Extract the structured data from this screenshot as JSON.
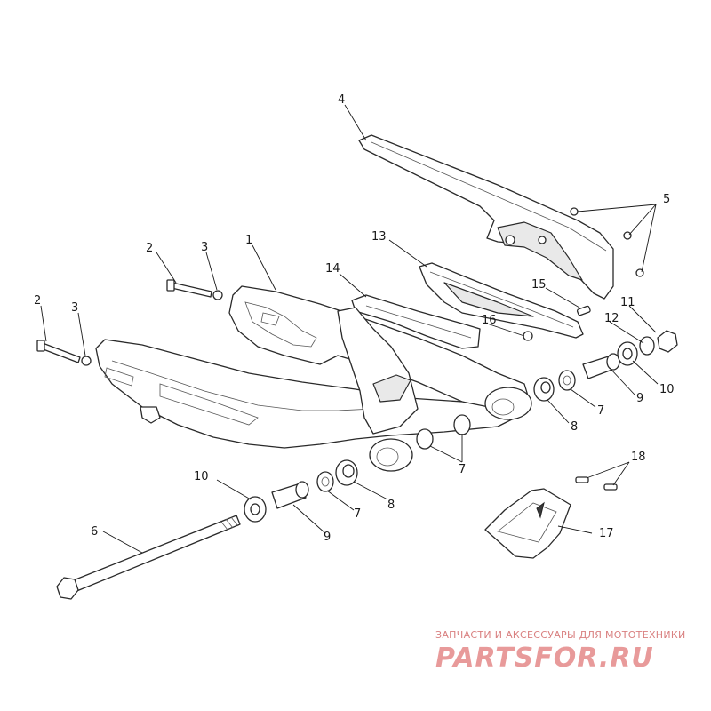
{
  "callouts": {
    "c1": "1",
    "c2a": "2",
    "c2b": "2",
    "c3a": "3",
    "c3b": "3",
    "c4": "4",
    "c5": "5",
    "c6": "6",
    "c7a": "7",
    "c7b": "7",
    "c7c": "7",
    "c8a": "8",
    "c8b": "8",
    "c9a": "9",
    "c9b": "9",
    "c10a": "10",
    "c10b": "10",
    "c11": "11",
    "c12": "12",
    "c13": "13",
    "c14": "14",
    "c15": "15",
    "c16": "16",
    "c17": "17",
    "c18": "18"
  },
  "watermark": {
    "tagline": "ЗАПЧАСТИ И АКСЕССУАРЫ ДЛЯ МОТОТЕХНИКИ",
    "brand": "PARTSFOR.RU"
  },
  "colors": {
    "line": "#2a2a2a",
    "watermark": "#e89a9a"
  }
}
